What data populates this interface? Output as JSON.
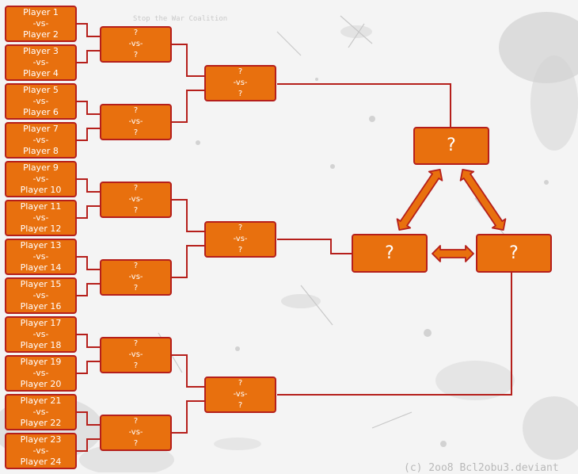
{
  "round1": [
    {
      "top": "Player 1",
      "vs": "-vs-",
      "bottom": "Player 2"
    },
    {
      "top": "Player 3",
      "vs": "-vs-",
      "bottom": "Player 4"
    },
    {
      "top": "Player 5",
      "vs": "-vs-",
      "bottom": "Player 6"
    },
    {
      "top": "Player 7",
      "vs": "-vs-",
      "bottom": "Player 8"
    },
    {
      "top": "Player 9",
      "vs": "-vs-",
      "bottom": "Player 10"
    },
    {
      "top": "Player 11",
      "vs": "-vs-",
      "bottom": "Player 12"
    },
    {
      "top": "Player 13",
      "vs": "-vs-",
      "bottom": "Player 14"
    },
    {
      "top": "Player 15",
      "vs": "-vs-",
      "bottom": "Player 16"
    },
    {
      "top": "Player 17",
      "vs": "-vs-",
      "bottom": "Player 18"
    },
    {
      "top": "Player 19",
      "vs": "-vs-",
      "bottom": "Player 20"
    },
    {
      "top": "Player 21",
      "vs": "-vs-",
      "bottom": "Player 22"
    },
    {
      "top": "Player 23",
      "vs": "-vs-",
      "bottom": "Player 24"
    }
  ],
  "round2": [
    {
      "top": "?",
      "vs": "-vs-",
      "bottom": "?"
    },
    {
      "top": "?",
      "vs": "-vs-",
      "bottom": "?"
    },
    {
      "top": "?",
      "vs": "-vs-",
      "bottom": "?"
    },
    {
      "top": "?",
      "vs": "-vs-",
      "bottom": "?"
    },
    {
      "top": "?",
      "vs": "-vs-",
      "bottom": "?"
    },
    {
      "top": "?",
      "vs": "-vs-",
      "bottom": "?"
    }
  ],
  "round3": [
    {
      "top": "?",
      "vs": "-vs-",
      "bottom": "?"
    },
    {
      "top": "?",
      "vs": "-vs-",
      "bottom": "?"
    },
    {
      "top": "?",
      "vs": "-vs-",
      "bottom": "?"
    }
  ],
  "final": {
    "top": "?",
    "left": "?",
    "right": "?"
  },
  "watermark_top": "Stop the War Coalition",
  "credit": "(c) 2oo8 Bcl2obu3.deviant",
  "colors": {
    "box_fill": "#e8700e",
    "box_border": "#b51f1b",
    "connector": "#b51f1b",
    "box_text": "#ffffff"
  }
}
